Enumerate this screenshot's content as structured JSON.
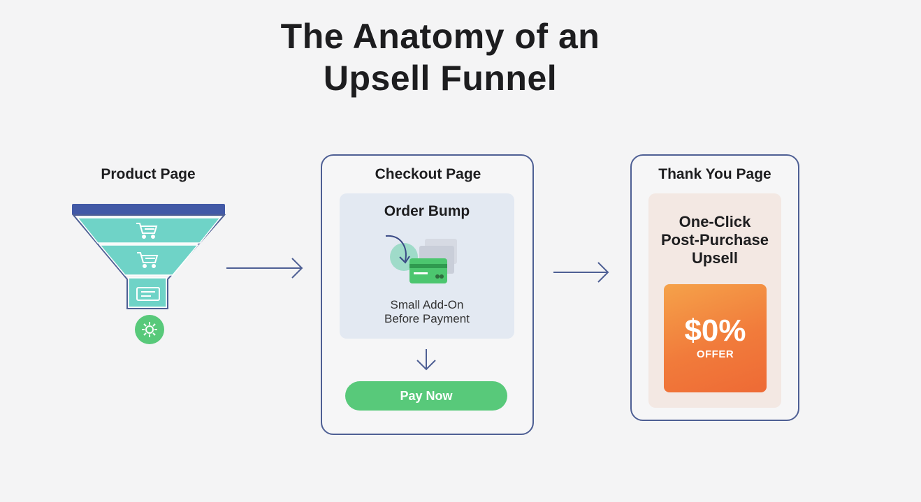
{
  "title": {
    "line1": "The Anatomy of an",
    "line2": "Upsell Funnel"
  },
  "stages": {
    "product": {
      "label": "Product Page"
    },
    "checkout": {
      "label": "Checkout Page",
      "order_bump": {
        "title": "Order Bump",
        "subtitle_line1": "Small Add-On",
        "subtitle_line2": "Before Payment"
      },
      "pay_button": "Pay Now"
    },
    "thank_you": {
      "label": "Thank You Page",
      "upsell_line1": "One-Click",
      "upsell_line2": "Post-Purchase",
      "upsell_line3": "Upsell",
      "offer_value": "$0%",
      "offer_label": "OFFER"
    }
  },
  "icons": {
    "funnel": "funnel-icon",
    "cart": "shopping-cart-icon",
    "credit_card": "credit-card-icon",
    "receipt": "receipt-icon",
    "gear": "gear-icon",
    "arrow_right": "arrow-right-icon",
    "arrow_down": "arrow-down-icon"
  },
  "colors": {
    "border": "#4e5f94",
    "funnel_teal": "#6fd3c7",
    "funnel_top": "#4259a6",
    "green": "#58c97a",
    "bump_bg": "#e3e9f2",
    "upsell_bg": "#f3e8e3",
    "offer_orange": "#f17b3b"
  }
}
